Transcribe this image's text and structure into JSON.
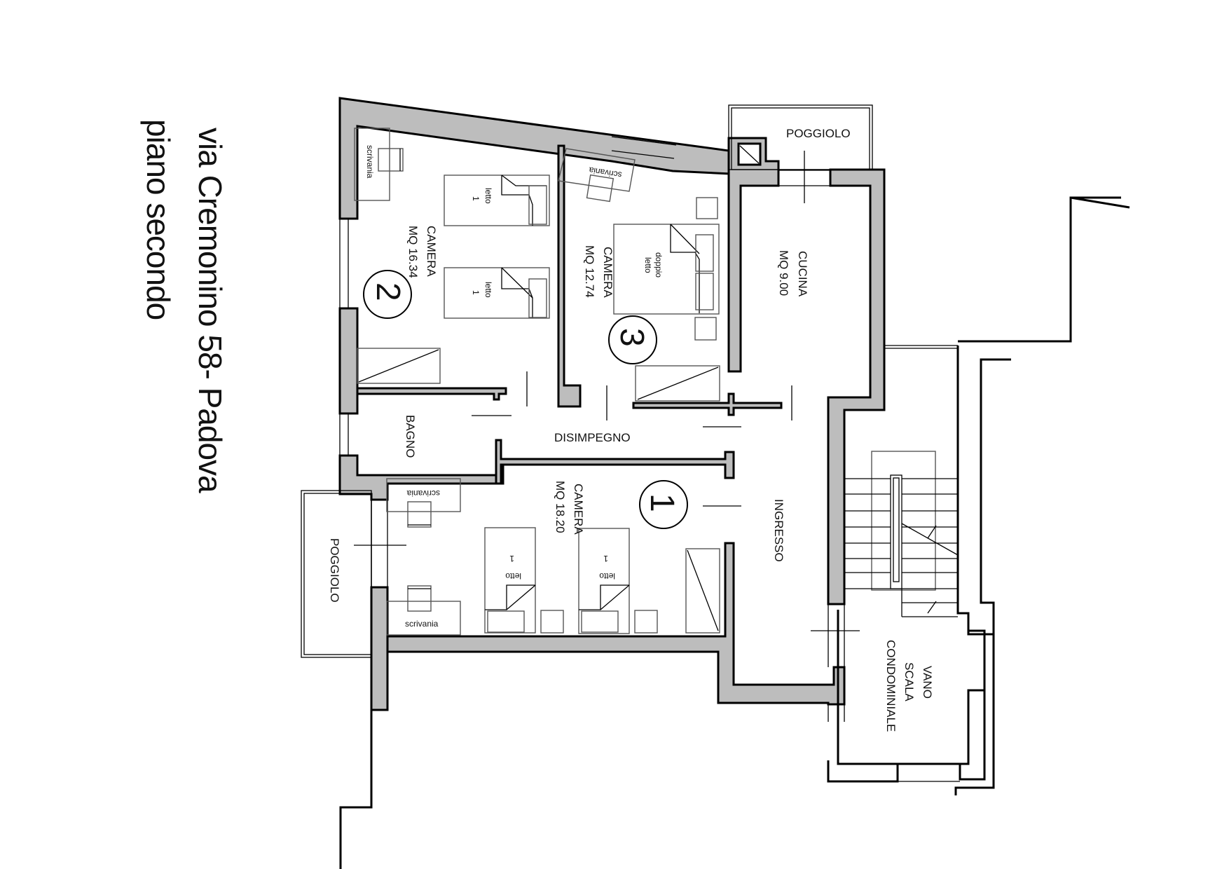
{
  "title": {
    "address": "via Cremonino  58- Padova",
    "floor": "piano secondo"
  },
  "rooms": {
    "camera2": {
      "name": "CAMERA",
      "area": "MQ 16.34",
      "number": "2"
    },
    "camera3": {
      "name": "CAMERA",
      "area": "MQ 12.74",
      "number": "3"
    },
    "camera1": {
      "name": "CAMERA",
      "area": "MQ 18.20",
      "number": "1"
    },
    "cucina": {
      "name": "CUCINA",
      "area": "MQ 9.00"
    },
    "bagno": {
      "name": "BAGNO"
    },
    "disimpegno": {
      "name": "DISIMPEGNO"
    },
    "ingresso": {
      "name": "INGRESSO"
    },
    "poggiolo_top": {
      "name": "POGGIOLO"
    },
    "poggiolo_left": {
      "name": "POGGIOLO"
    },
    "vano_scala": {
      "line1": "VANO",
      "line2": "SCALA",
      "line3": "CONDOMINIALE"
    }
  },
  "furniture": {
    "desk_label": "scrivania",
    "bed_label": "letto",
    "bed_count": "1",
    "double_bed_line1": "doppio",
    "double_bed_line2": "letto"
  },
  "colors": {
    "wall_fill": "#bdbdbd",
    "line": "#000000",
    "background": "#ffffff"
  }
}
